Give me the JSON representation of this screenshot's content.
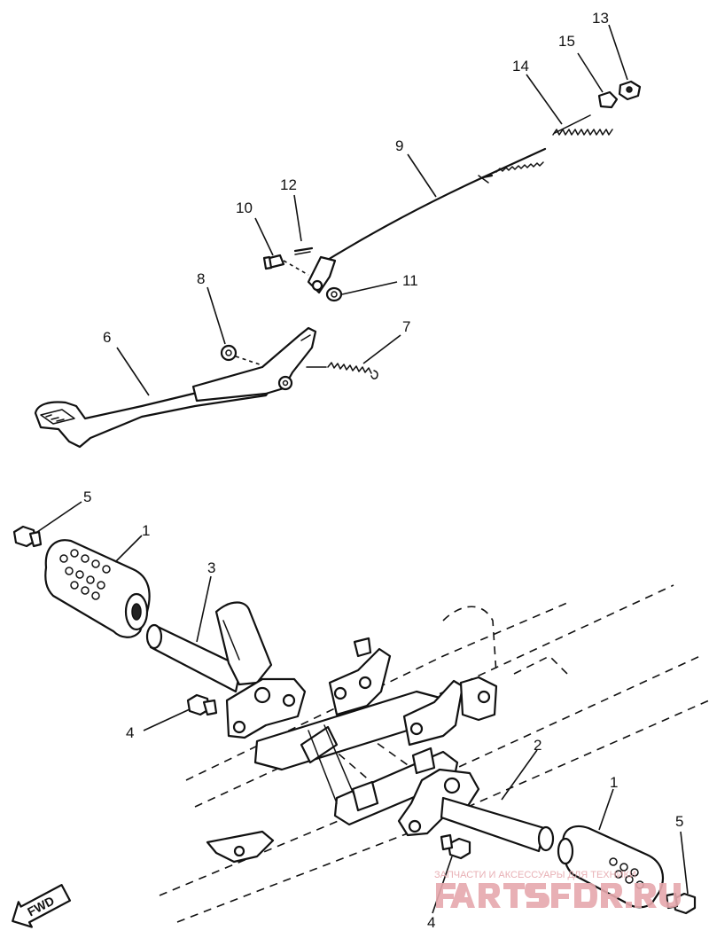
{
  "callouts": {
    "c13": "13",
    "c15": "15",
    "c14": "14",
    "c9": "9",
    "c12": "12",
    "c10": "10",
    "c11": "11",
    "c8": "8",
    "c7": "7",
    "c6": "6",
    "c5a": "5",
    "c1a": "1",
    "c3": "3",
    "c4a": "4",
    "c2": "2",
    "c1b": "1",
    "c5b": "5",
    "c4b": "4"
  },
  "direction_arrow": "FWD",
  "watermark": {
    "line1": "ЗАПЧАСТИ И АКСЕССУАРЫ ДЛЯ ТЕХНИКИ",
    "logo": "PARTSFOR.RU"
  },
  "colors": {
    "ink": "#111111",
    "watermark": "#e6a8ad"
  }
}
